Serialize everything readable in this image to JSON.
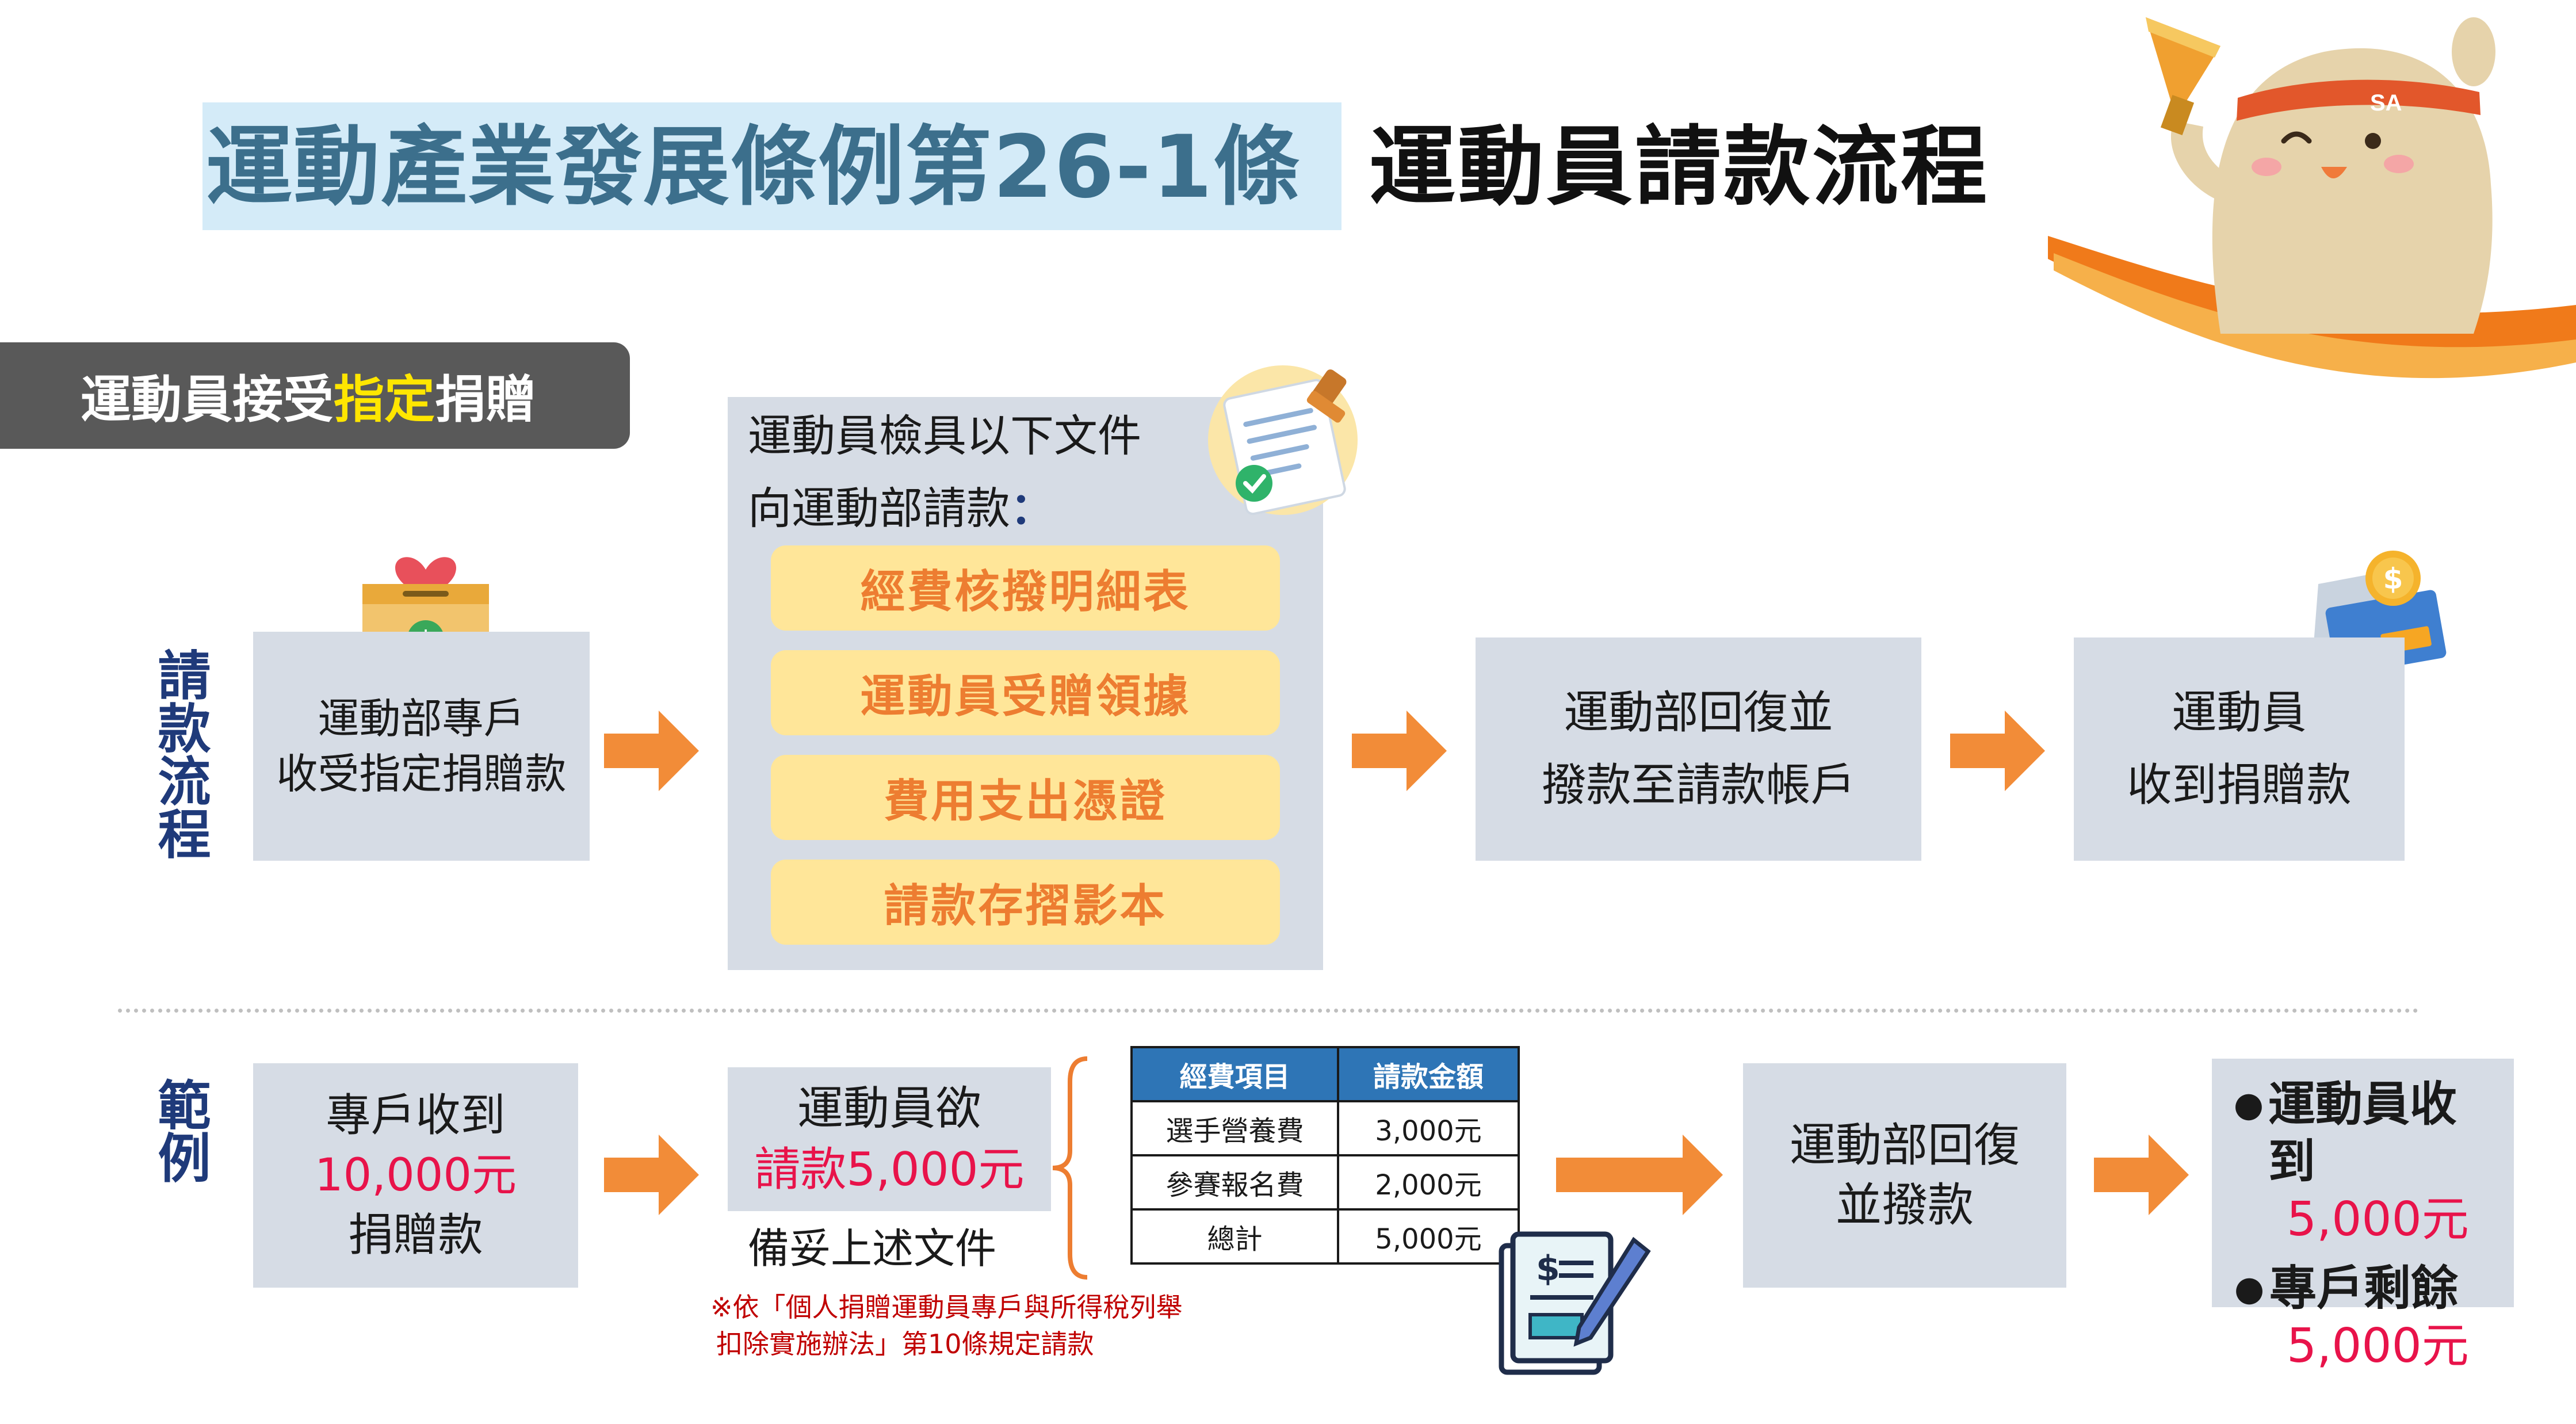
{
  "title": {
    "part1": "運動產業發展條例第26-1條",
    "part2": "運動員請款流程"
  },
  "section_tag": {
    "prefix": "運動員接受",
    "highlight": "指定",
    "suffix": "捐贈"
  },
  "process": {
    "side_label": "請款流程",
    "step1": {
      "line1": "運動部專戶",
      "line2": "收受指定捐贈款"
    },
    "docs": {
      "intro_line1": "運動員檢具以下文件",
      "intro_line2": "向運動部請款",
      "colon": "：",
      "items": [
        "經費核撥明細表",
        "運動員受贈領據",
        "費用支出憑證",
        "請款存摺影本"
      ]
    },
    "step3": {
      "line1": "運動部回復並",
      "line2": "撥款至請款帳戶"
    },
    "step4": {
      "line1": "運動員",
      "line2": "收到捐贈款"
    }
  },
  "example": {
    "side_label": "範例",
    "box1": {
      "line1": "專戶收到",
      "amount": "10,000元",
      "line3": "捐贈款"
    },
    "box2": {
      "line1": "運動員欲",
      "line2": "請款5,000元"
    },
    "prepare_label": "備妥上述文件",
    "table": {
      "headers": [
        "經費項目",
        "請款金額"
      ],
      "rows": [
        [
          "選手營養費",
          "3,000元"
        ],
        [
          "參賽報名費",
          "2,000元"
        ],
        [
          "總計",
          "5,000元"
        ]
      ]
    },
    "note_line1": "※依「個人捐贈運動員專戶與所得稅列舉",
    "note_line2": "扣除實施辦法」第10條規定請款",
    "box3": {
      "line1": "運動部回復",
      "line2": "並撥款"
    },
    "result": {
      "bullet1_label": "運動員收到",
      "bullet1_amount": "5,000元",
      "bullet2_label": "專戶剩餘",
      "bullet2_amount": "5,000元"
    }
  },
  "mascot_badge": "SA",
  "colors": {
    "title_highlight": "#d4ebf8",
    "title_text": "#3c6f8c",
    "box_gray": "#d6dce5",
    "pill_yellow": "#ffe699",
    "pill_text": "#ed7d31",
    "arrow_orange": "#f28c38",
    "side_label_blue": "#1f3a7a",
    "amount_red": "#e8134a",
    "table_header_blue": "#2e75b6"
  },
  "icons": [
    "donation-box-icon",
    "document-stamp-icon",
    "money-card-icon",
    "invoice-pen-icon",
    "mascot-illustration"
  ]
}
